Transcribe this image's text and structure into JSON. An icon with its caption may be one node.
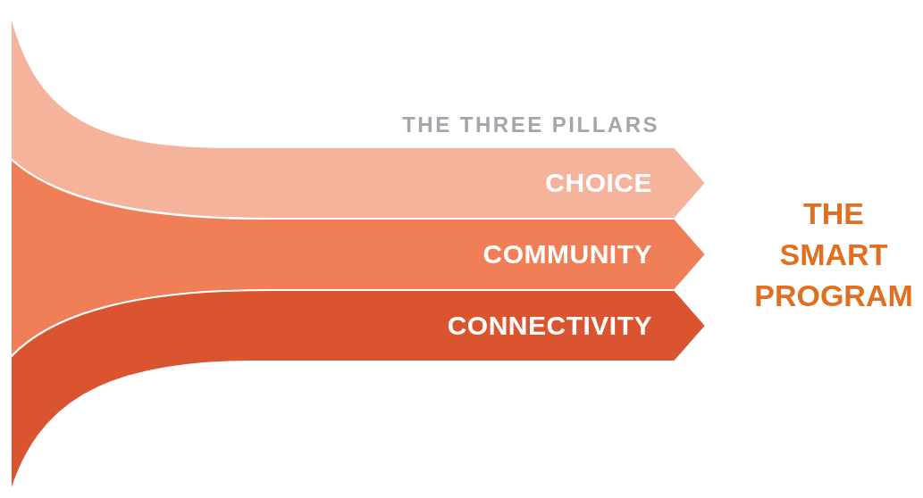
{
  "diagram": {
    "nodes": [
      {
        "text": [
          "CHOICE"
        ]
      },
      {
        "text": [
          "COMMUNITY"
        ]
      },
      {
        "text": [
          "CONNECTIVITY"
        ]
      }
    ],
    "labels": [
      "THE THREE PILLARS",
      "THE SMART PROGRAM"
    ]
  }
}
